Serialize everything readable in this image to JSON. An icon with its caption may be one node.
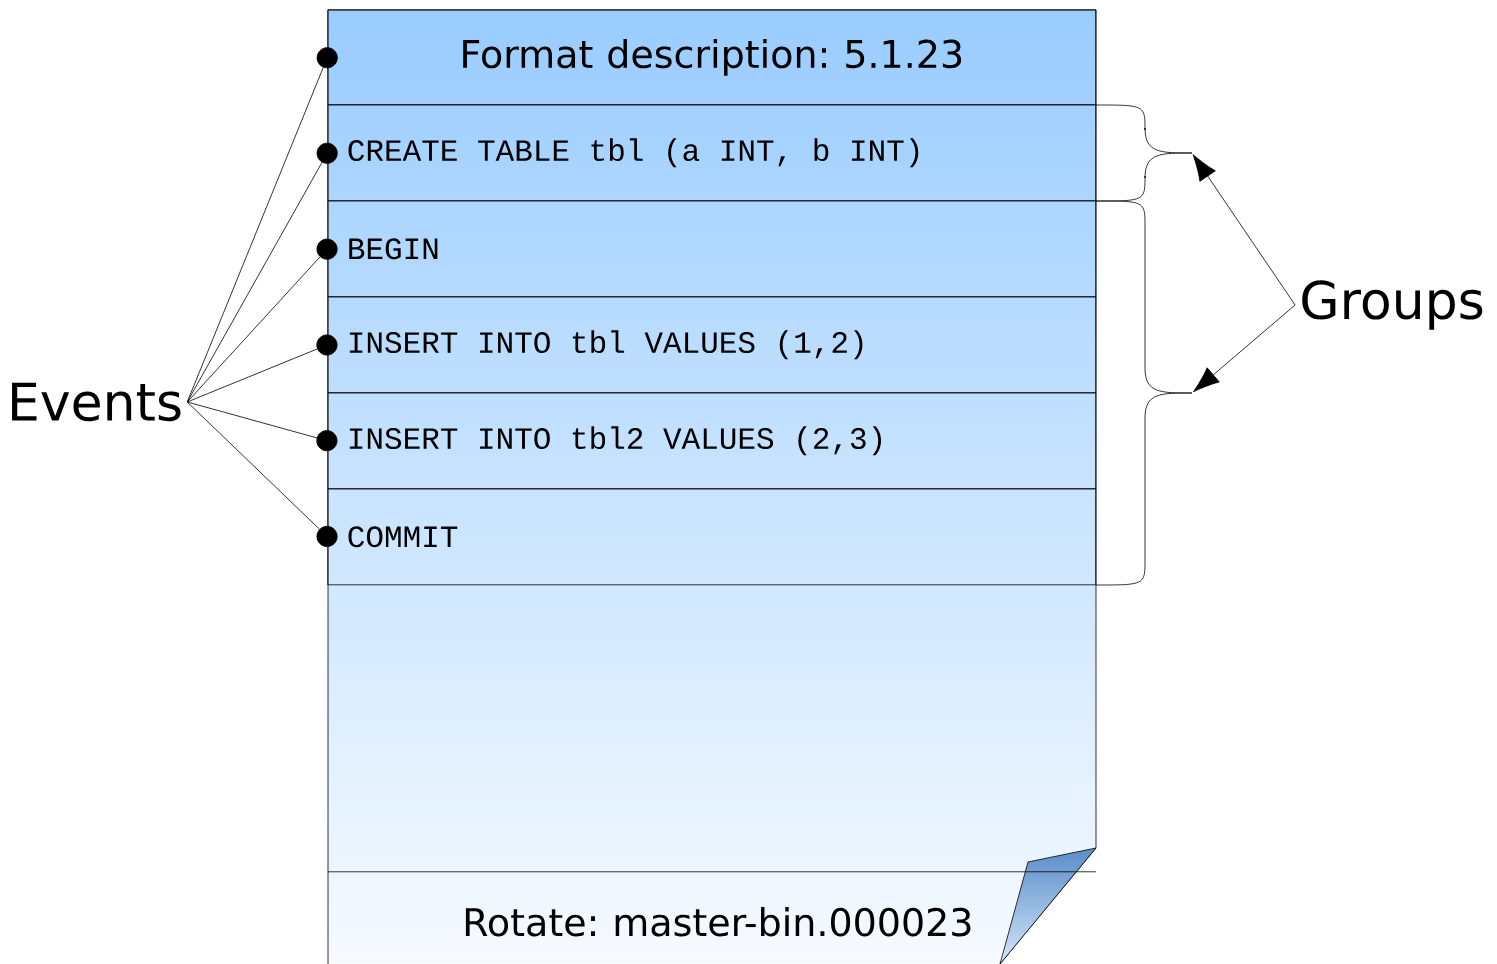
{
  "diagram": {
    "nodes": [
      {
        "text": [],
        "shape": "box"
      },
      {
        "text": [
          "Format description: 5.1.23"
        ],
        "in": 0
      },
      {
        "text": [
          "CREATE TABLE tbl (a INT, b INT)"
        ],
        "in": 0
      },
      {
        "text": [
          "BEGIN"
        ],
        "in": 0
      },
      {
        "text": [
          "INSERT INTO tbl VALUES (1,2)"
        ],
        "in": 0
      },
      {
        "text": [
          "INSERT INTO tbl2 VALUES (2,3)"
        ],
        "in": 0
      },
      {
        "text": [
          "COMMIT"
        ],
        "in": 0
      },
      {
        "text": [
          "Rotate: master-bin.000023"
        ],
        "in": 0
      },
      {
        "text": [
          "Events"
        ]
      },
      {
        "text": [
          "Groups"
        ]
      },
      {
        "text": [],
        "shape": "brace"
      },
      {
        "text": [],
        "shape": "brace"
      }
    ],
    "edges": [
      {
        "from": 8,
        "to": 1,
        "arrow": "other"
      },
      {
        "from": 8,
        "to": 2,
        "arrow": "other"
      },
      {
        "from": 8,
        "to": 3,
        "arrow": "other"
      },
      {
        "from": 8,
        "to": 4,
        "arrow": "other"
      },
      {
        "from": 8,
        "to": 5,
        "arrow": "other"
      },
      {
        "from": 8,
        "to": 6,
        "arrow": "other"
      },
      {
        "from": 9,
        "to": 10,
        "arrow": "to"
      },
      {
        "from": 9,
        "to": 11,
        "arrow": "to"
      }
    ]
  }
}
